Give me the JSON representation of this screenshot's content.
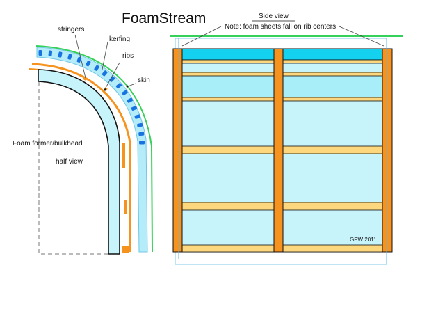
{
  "title": "FoamStream",
  "labels": {
    "stringers": "stringers",
    "kerfing": "kerfing",
    "ribs": "ribs",
    "skin": "skin",
    "former": "Foam former/bulkhead",
    "half_view": "half view",
    "side_view": "Side view",
    "note": "Note: foam sheets fall on rib centers",
    "credit": "GPW 2011"
  },
  "colors": {
    "foam_light": "#c7f3fb",
    "foam_top": "#14d2ef",
    "foam_mid": "#a8eef8",
    "rib_orange": "#f6931e",
    "rib_light": "#fcd77e",
    "skin_green": "#35d15a",
    "stringer_blue": "#1673e0",
    "outline": "#111111",
    "panel_blue": "#7fcbe8"
  }
}
